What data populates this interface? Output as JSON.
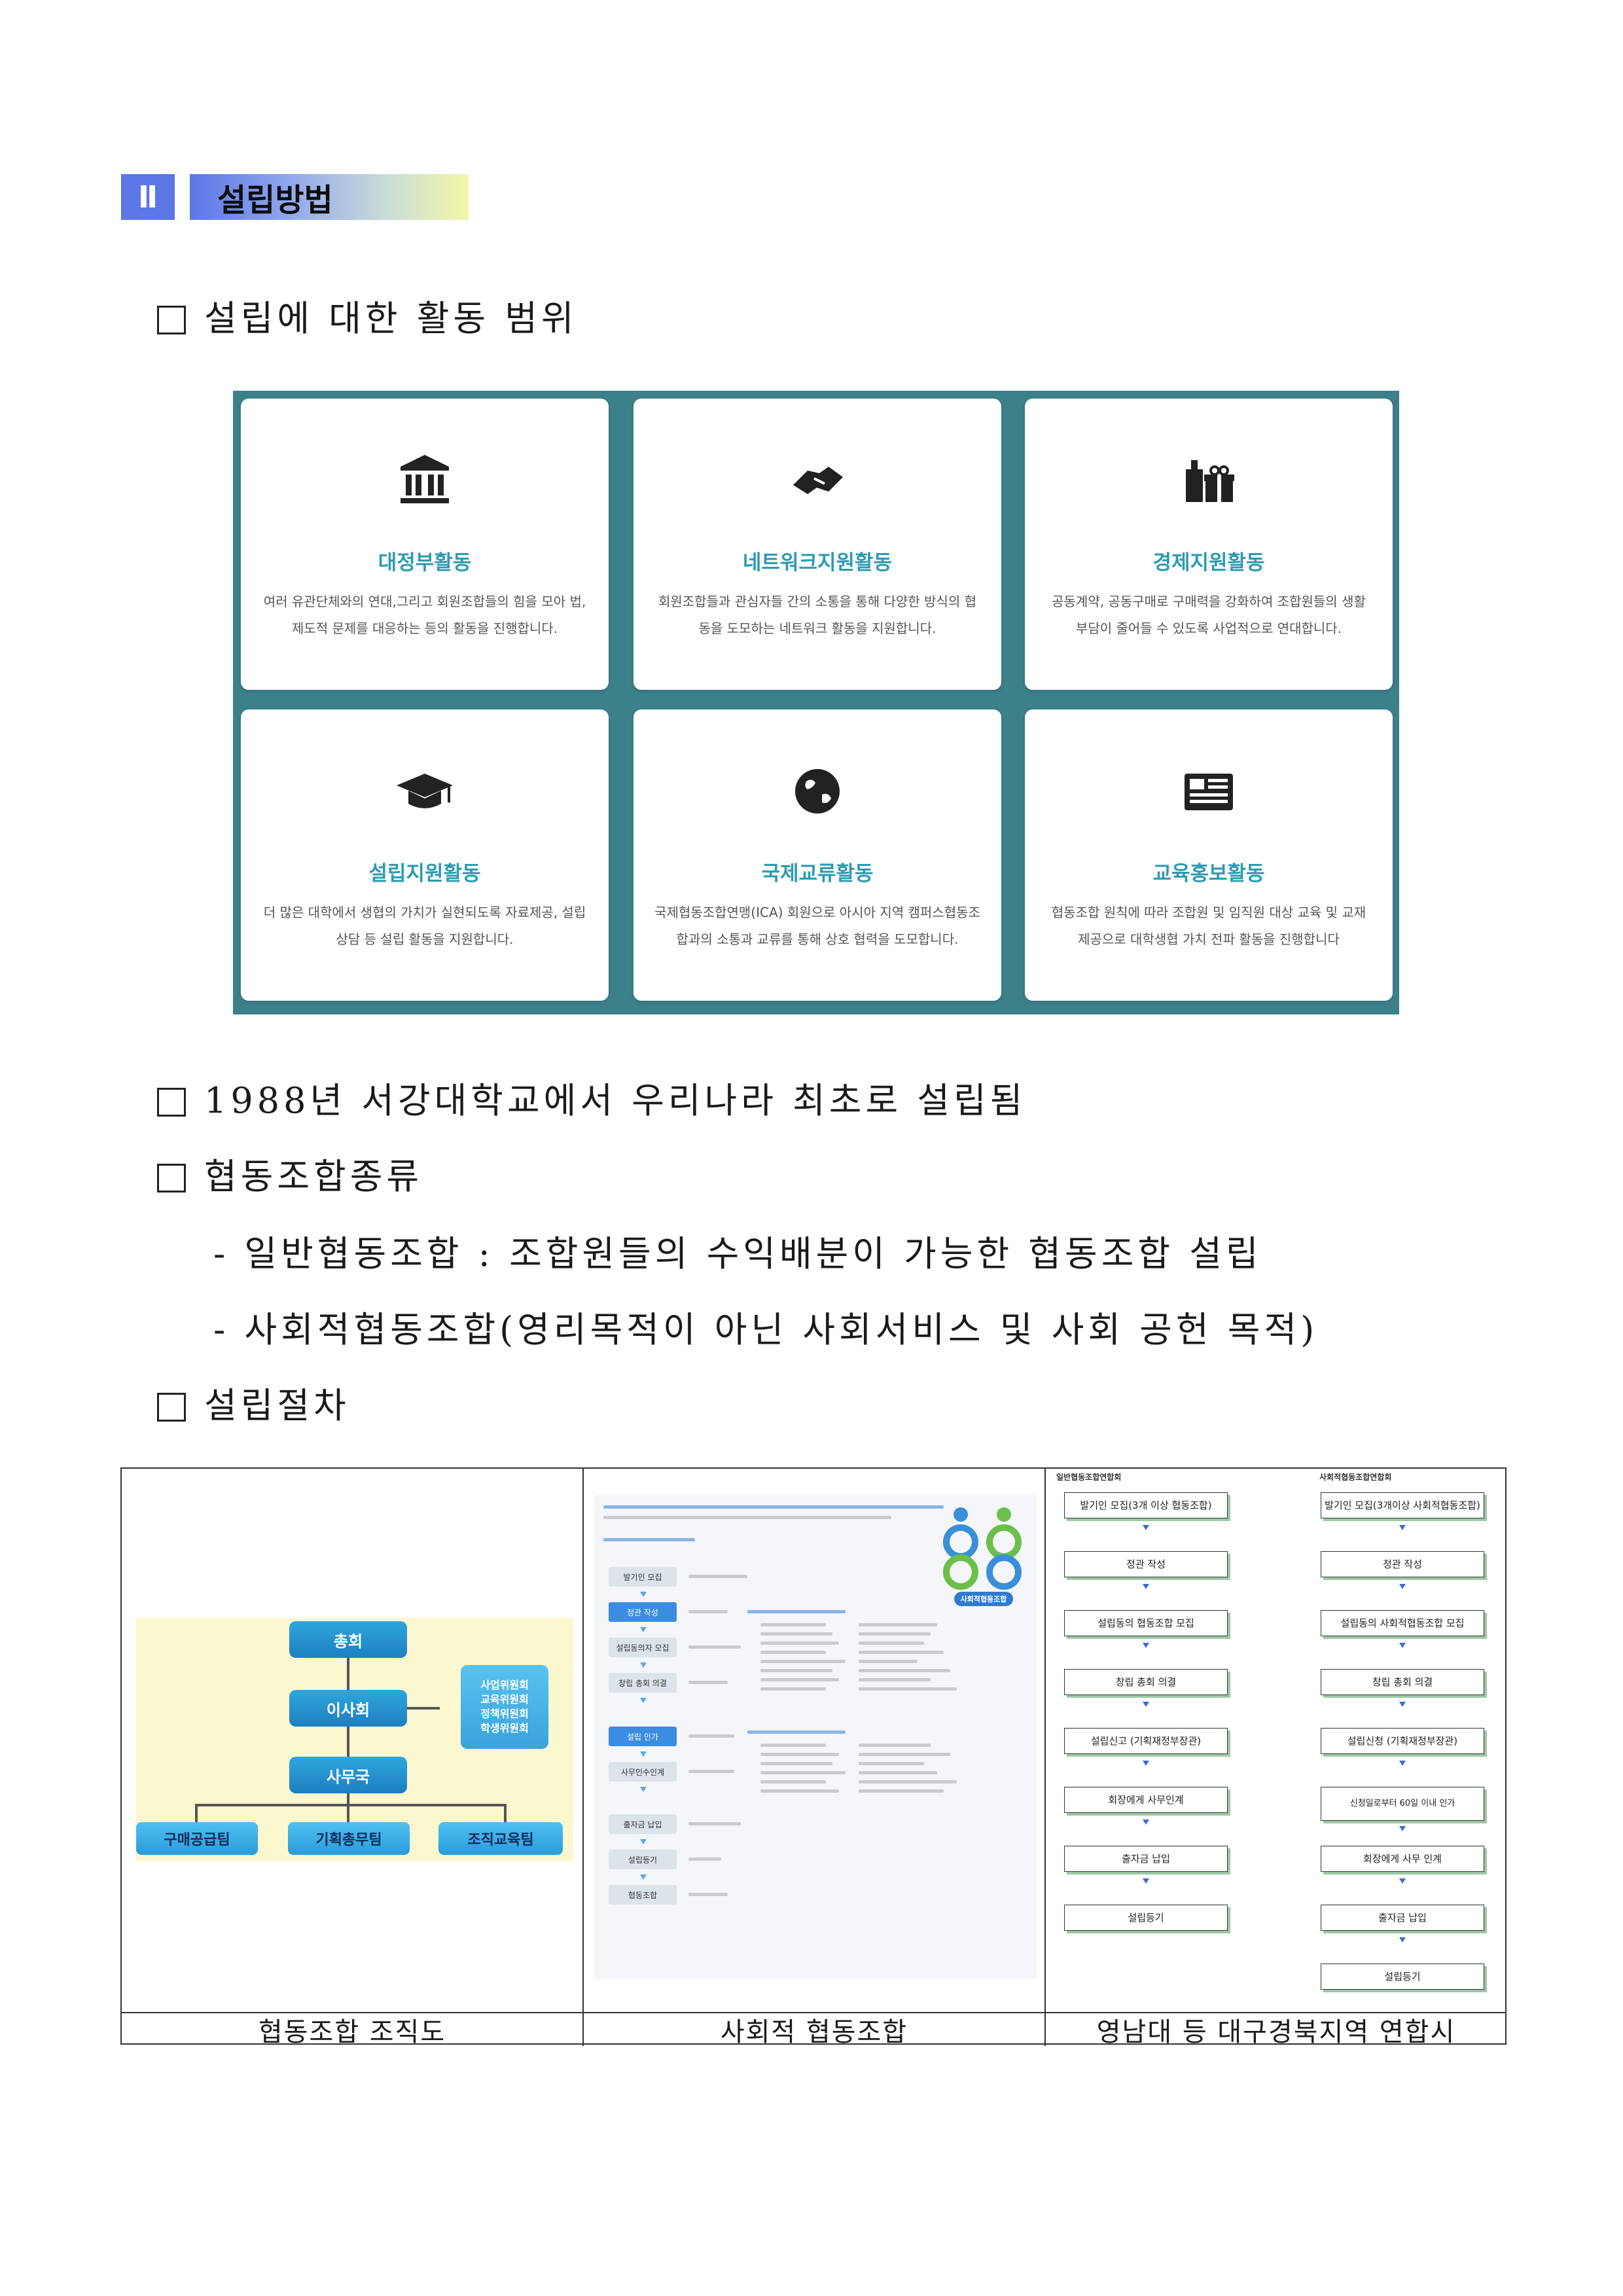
{
  "section": {
    "number": "Ⅱ",
    "title": "설립방법"
  },
  "items": {
    "activity_scope": "설립에 대한 활동 범위",
    "founded": "1988년 서강대학교에서 우리나라 최초로 설립됨",
    "types": "협동조합종류",
    "type_general": "- 일반협동조합 : 조합원들의 수익배분이 가능한 협동조합 설립",
    "type_social": "- 사회적협동조합(영리목적이 아닌 사회서비스 및 사회 공헌 목적)",
    "procedure": "설립절차"
  },
  "activities": [
    {
      "icon": "government-building-icon",
      "title": "대정부활동",
      "desc": "여러 유관단체와의 연대,그리고 회원조합들의 힘을 모아 법, 제도적 문제를 대응하는 등의 활동을 진행합니다."
    },
    {
      "icon": "handshake-icon",
      "title": "네트워크지원활동",
      "desc": "회원조합들과 관심자들 간의 소통을 통해 다양한 방식의 협동을 도모하는 네트워크 활동을 지원합니다."
    },
    {
      "icon": "gift-icon",
      "title": "경제지원활동",
      "desc": "공동계약, 공동구매로 구매력을 강화하여 조합원들의 생활 부담이 줄어들 수 있도록 사업적으로 연대합니다."
    },
    {
      "icon": "graduation-cap-icon",
      "title": "설립지원활동",
      "desc": "더 많은 대학에서 생협의 가치가 실현되도록 자료제공, 설립 상담 등 설립 활동을 지원합니다."
    },
    {
      "icon": "globe-icon",
      "title": "국제교류활동",
      "desc": "국제협동조합연맹(ICA) 회원으로 아시아 지역 캠퍼스협동조합과의 소통과 교류를 통해 상호 협력을 도모합니다."
    },
    {
      "icon": "newspaper-icon",
      "title": "교육홍보활동",
      "desc": "협동조합 원칙에 따라 조합원 및 임직원 대상 교육 및 교재 제공으로 대학생협 가치 전파 활동을 진행합니다"
    }
  ],
  "org_chart": {
    "top": "총회",
    "board": "이사회",
    "office": "사무국",
    "committees": [
      "사업위원회",
      "교육위원회",
      "정책위원회",
      "학생위원회"
    ],
    "teams": [
      "구매공급팀",
      "기획총무팀",
      "조직교육팀"
    ]
  },
  "social_flow": {
    "logo_text": "사회적협동조합",
    "steps": [
      "발기인 모집",
      "정관 작성",
      "설립동의자 모집",
      "창립 총회 의결",
      "설립 인가",
      "사무인수인계",
      "출자금 납입",
      "설립등기",
      "협동조합"
    ]
  },
  "regional_flow": {
    "left_header": "일반협동조합연합회",
    "right_header": "사회적협동조합연합회",
    "left_steps": [
      "발기인 모집(3개 이상 협동조합)",
      "정관 작성",
      "설립동의 협동조합 모집",
      "창립 총회 의결",
      "설립신고 (기획재정부장관)",
      "회장에게 사무인계",
      "출자금 납입",
      "설립등기"
    ],
    "right_steps": [
      "발기인 모집(3개이상 사회적협동조합)",
      "정관 작성",
      "설립동의 사회적협동조합 모집",
      "창립 총회 의결",
      "설립신청 (기획재정부장관)",
      "신청일로부터 60일 이내 인가",
      "회장에게 사무 인계",
      "출자금 납입",
      "설립등기"
    ]
  },
  "captions": [
    "협동조합 조직도",
    "사회적 협동조합",
    "영남대 등 대구경북지역 연합시"
  ]
}
